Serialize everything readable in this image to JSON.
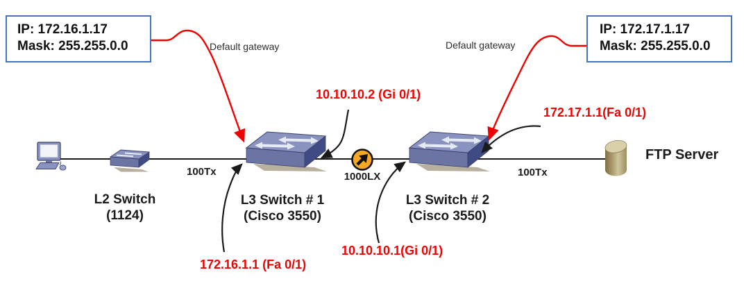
{
  "hosts": {
    "left": {
      "ip": "IP: 172.16.1.17",
      "mask": "Mask: 255.255.0.0"
    },
    "right": {
      "ip": "IP: 172.17.1.17",
      "mask": "Mask: 255.255.0.0"
    }
  },
  "gateway_labels": {
    "left": "Default gateway",
    "right": "Default gateway"
  },
  "devices": {
    "l2_switch": {
      "name": "L2 Switch",
      "model": "(1124)"
    },
    "l3_switch_1": {
      "name": "L3 Switch # 1",
      "model": "(Cisco 3550)"
    },
    "l3_switch_2": {
      "name": "L3 Switch # 2",
      "model": "(Cisco 3550)"
    },
    "ftp_server": {
      "name": "FTP Server"
    }
  },
  "links": {
    "pc_l3sw1": "100Tx",
    "l3sw1_l3sw2": "1000LX",
    "l3sw2_ftp": "100Tx"
  },
  "interfaces": {
    "l3sw1_gi01": "10.10.10.2 (Gi 0/1)",
    "l3sw1_fa01": "172.16.1.1 (Fa 0/1)",
    "l3sw2_gi01": "10.10.10.1(Gi 0/1)",
    "l3sw2_fa01": "172.17.1.1(Fa 0/1)"
  },
  "icons": {
    "pc": "desktop-computer-icon",
    "l2_switch": "l2-switch-icon",
    "l3_switch_1": "l3-switch-icon",
    "l3_switch_2": "l3-switch-icon",
    "fiber_link": "fiber-uplink-icon",
    "ftp_server": "server-cylinder-icon"
  },
  "colors": {
    "interface_label_red": "#f20000",
    "gateway_arrow_red": "#f20000",
    "callout_border_blue": "#4472c4",
    "switch_top": "#8a93bf",
    "switch_front": "#6b74a3",
    "switch_side": "#414b83",
    "shadow": "#b9af9f",
    "fiber_icon_orange": "#f7a823",
    "server_tan": "#b3a578",
    "line_black": "#1a1a1a"
  }
}
